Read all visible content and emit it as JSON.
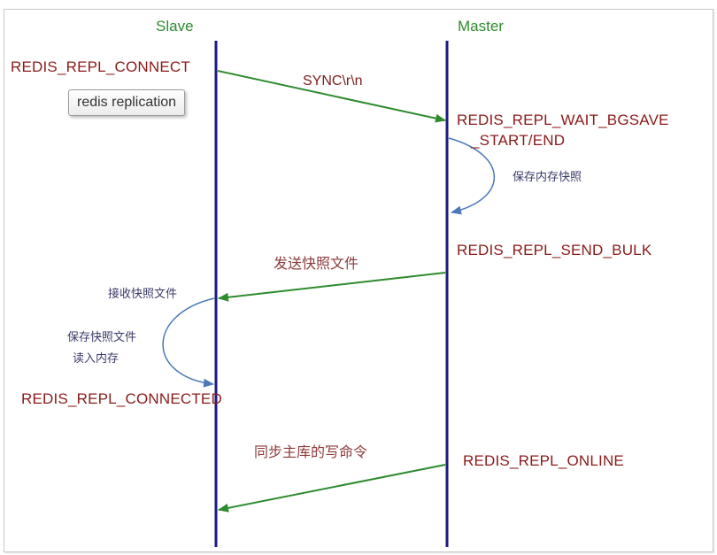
{
  "lanes": {
    "slave": "Slave",
    "master": "Master"
  },
  "states": {
    "repl_connect": "REDIS_REPL_CONNECT",
    "wait_bgsave_line1": "REDIS_REPL_WAIT_BGSAVE",
    "wait_bgsave_line2": "_START/END",
    "send_bulk": "REDIS_REPL_SEND_BULK",
    "connected": "REDIS_REPL_CONNECTED",
    "online": "REDIS_REPL_ONLINE"
  },
  "messages": {
    "sync": "SYNC\\r\\n",
    "send_snapshot": "发送快照文件",
    "sync_writes": "同步主库的写命令"
  },
  "notes": {
    "save_memory_snapshot": "保存内存快照",
    "receive_snapshot": "接收快照文件",
    "load_snapshot_line1": "保存快照文件",
    "load_snapshot_line2": "读入内存"
  },
  "tooltip": "redis replication",
  "colors": {
    "lifeline": "#1a1a80",
    "message_arrow": "#2e8b2e",
    "self_arrow": "#4a78b8",
    "lane_title": "#2e8b2e",
    "state_text": "#8b1a1a"
  }
}
